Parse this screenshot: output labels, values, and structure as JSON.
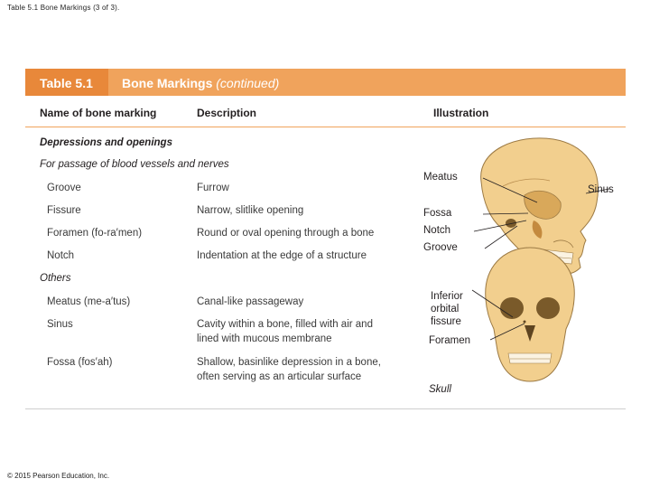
{
  "slide_title": "Table 5.1 Bone Markings (3 of 3).",
  "copyright": "© 2015 Pearson Education, Inc.",
  "table": {
    "number": "Table 5.1",
    "title": "Bone Markings",
    "title_suffix": "(continued)",
    "headers": {
      "name": "Name of bone marking",
      "description": "Description",
      "illustration": "Illustration"
    },
    "section": "Depressions and openings",
    "subsection_1": "For passage of blood vessels and nerves",
    "subsection_2": "Others",
    "rows_1": [
      {
        "name": "Groove",
        "desc": "Furrow"
      },
      {
        "name": "Fissure",
        "desc": "Narrow, slitlike opening"
      },
      {
        "name": "Foramen (fo-ra′men)",
        "desc": "Round or oval opening through a bone"
      },
      {
        "name": "Notch",
        "desc": "Indentation at the edge of a structure"
      }
    ],
    "rows_2": [
      {
        "name": "Meatus (me-a′tus)",
        "desc": "Canal-like passageway"
      },
      {
        "name": "Sinus",
        "desc": "Cavity within a bone, filled with air and",
        "desc2": "lined with mucous membrane"
      },
      {
        "name": "Fossa (fos′ah)",
        "desc": "Shallow, basinlike depression in a bone,",
        "desc2": "often serving as an articular surface"
      }
    ]
  },
  "illustration": {
    "labels": {
      "meatus": "Meatus",
      "sinus": "Sinus",
      "fossa": "Fossa",
      "notch": "Notch",
      "groove": "Groove",
      "inferior_1": "Inferior",
      "inferior_2": "orbital",
      "inferior_3": "fissure",
      "foramen": "Foramen",
      "skull": "Skull"
    },
    "colors": {
      "bone": "#f2cf8e",
      "bone_shade": "#d9a85a",
      "line": "#231f20"
    }
  },
  "colors": {
    "title_bar": "#f0a35c",
    "title_num_bg": "#e8883a",
    "rule": "#f0a35c"
  }
}
